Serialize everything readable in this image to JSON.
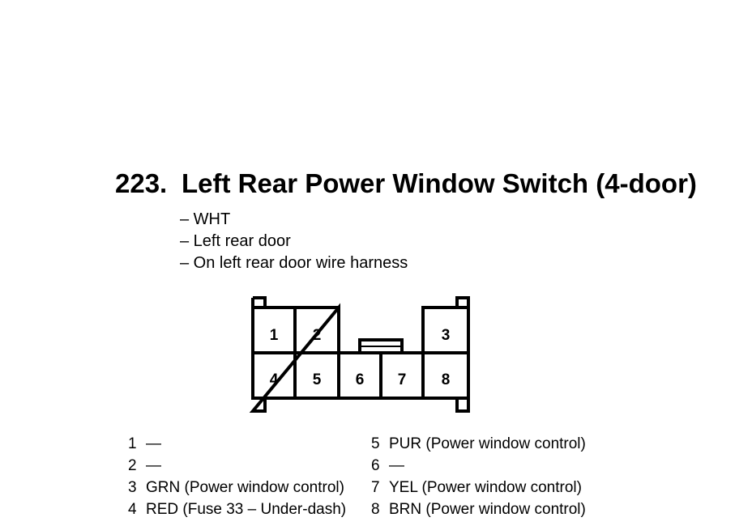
{
  "header": {
    "number": "223.",
    "title": "Left Rear Power Window Switch (4-door)"
  },
  "details": [
    "– WHT",
    "– Left rear door",
    "– On left rear door wire harness"
  ],
  "connector": {
    "top_row": [
      "1",
      "2",
      "3"
    ],
    "bottom_row": [
      "4",
      "5",
      "6",
      "7",
      "8"
    ]
  },
  "pins_left": [
    {
      "num": "1",
      "desc": "—"
    },
    {
      "num": "2",
      "desc": "—"
    },
    {
      "num": "3",
      "desc": "GRN (Power window control)"
    },
    {
      "num": "4",
      "desc": "RED (Fuse 33 – Under-dash)"
    }
  ],
  "pins_right": [
    {
      "num": "5",
      "desc": "PUR (Power window control)"
    },
    {
      "num": "6",
      "desc": "—"
    },
    {
      "num": "7",
      "desc": "YEL (Power window control)"
    },
    {
      "num": "8",
      "desc": "BRN (Power window control)"
    }
  ]
}
